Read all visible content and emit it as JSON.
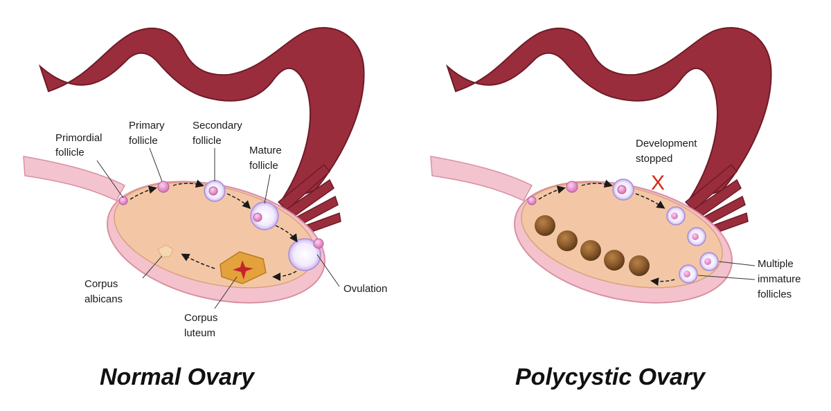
{
  "colors": {
    "tube": "#9a2d3c",
    "tube_edge": "#6e1b27",
    "ligament": "#f3c4cf",
    "ovary_outer": "#f4c2cc",
    "ovary_inner": "#f3c7a6",
    "follicle_pink": "#e889c9",
    "follicle_ring": "#d9c6f0",
    "cyst_brown": "#8a5a2b",
    "luteum": "#e3a23b",
    "luteum_star": "#c4232e",
    "x_mark": "#d9261c"
  },
  "normal": {
    "title": "Normal Ovary",
    "labels": {
      "primordial_1": "Primordial",
      "primordial_2": "follicle",
      "primary_1": "Primary",
      "primary_2": "follicle",
      "secondary_1": "Secondary",
      "secondary_2": "follicle",
      "mature_1": "Mature",
      "mature_2": "follicle",
      "ovulation": "Ovulation",
      "albicans_1": "Corpus",
      "albicans_2": "albicans",
      "luteum_1": "Corpus",
      "luteum_2": "luteum"
    }
  },
  "polycystic": {
    "title": "Polycystic Ovary",
    "labels": {
      "stopped_1": "Development",
      "stopped_2": "stopped",
      "x_mark": "X",
      "immature_1": "Multiple",
      "immature_2": "immature",
      "immature_3": "follicles"
    }
  }
}
